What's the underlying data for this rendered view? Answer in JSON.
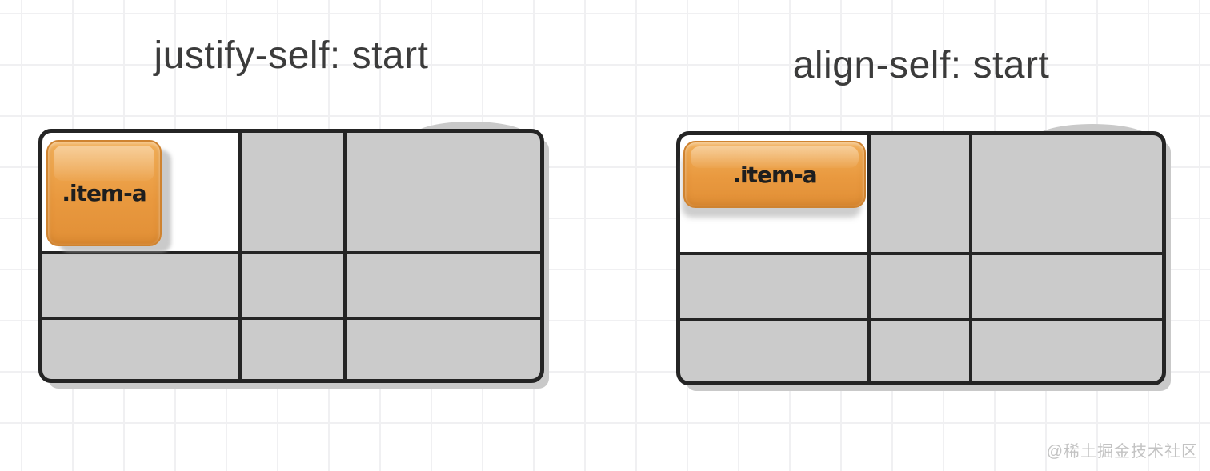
{
  "panels": [
    {
      "title": "justify-self: start",
      "item_label": ".item-a"
    },
    {
      "title": "align-self: start",
      "item_label": ".item-a"
    }
  ],
  "watermark": "@稀土掘金技术社区",
  "colors": {
    "item_orange": "#e9993f",
    "item_orange_light": "#f2b05a",
    "item_border": "#cf8330",
    "cell_gray": "#cbcbcb",
    "grid_line": "#242424",
    "title_text": "#3b3b3b",
    "watermark_gray": "#c3c3c3",
    "paper_line": "#f0f0f2",
    "shadow_gray": "#c9c9c9"
  }
}
